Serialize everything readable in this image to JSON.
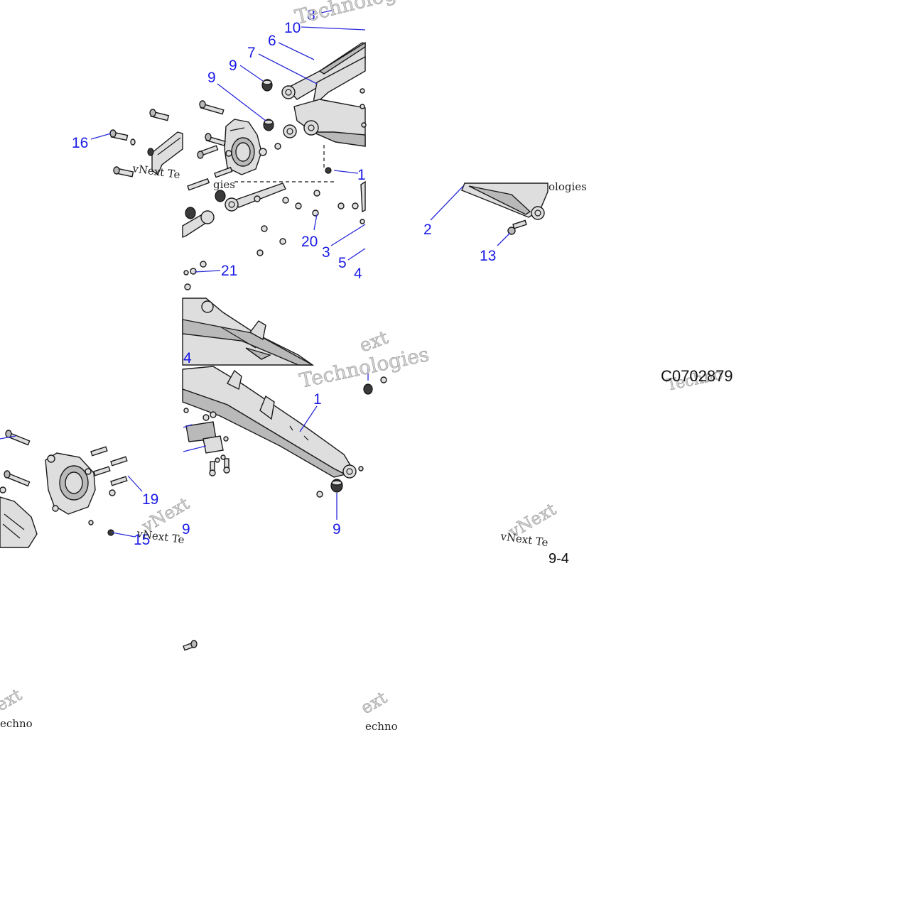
{
  "callouts": [
    "8",
    "10",
    "6",
    "7",
    "9",
    "9",
    "16",
    "1",
    "20",
    "3",
    "5",
    "4",
    "21",
    "2",
    "13",
    "4",
    "1",
    "19",
    "15",
    "9",
    "9"
  ],
  "watermarks": {
    "technologies": "Technologies",
    "vnext_tech": "vNext Te",
    "vnext": "vNext",
    "next": "ext",
    "vnext_tec": "vNext Te",
    "ologies": "ologies",
    "gies": "gies",
    "techno": "Techno",
    "echno": "echno"
  },
  "diagram_code": "C0702879",
  "page_ref": "9-4",
  "colors": {
    "callout": "#1a1ae6",
    "line": "#1a1a1a",
    "part": "#dedede"
  }
}
